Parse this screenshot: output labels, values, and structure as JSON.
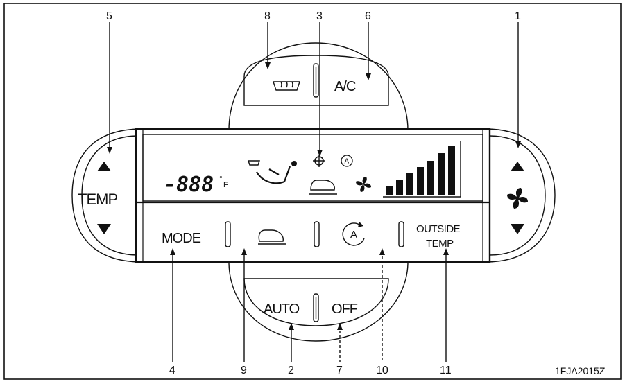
{
  "figure_code": "1FJA2015Z",
  "callouts": {
    "n1": "1",
    "n2": "2",
    "n3": "3",
    "n4": "4",
    "n5": "5",
    "n6": "6",
    "n7": "7",
    "n8": "8",
    "n9": "9",
    "n10": "10",
    "n11": "11"
  },
  "panel": {
    "temp_label": "TEMP",
    "mode_label": "MODE",
    "ac_label": "A/C",
    "auto_label": "AUTO",
    "off_label": "OFF",
    "outside_temp_line1": "OUTSIDE",
    "outside_temp_line2": "TEMP",
    "display_digits": "-888",
    "display_unit": "°",
    "display_unit_alt": "F"
  },
  "icons": {
    "fan_bars_levels": [
      0.18,
      0.3,
      0.42,
      0.54,
      0.66,
      0.8,
      0.94
    ]
  }
}
